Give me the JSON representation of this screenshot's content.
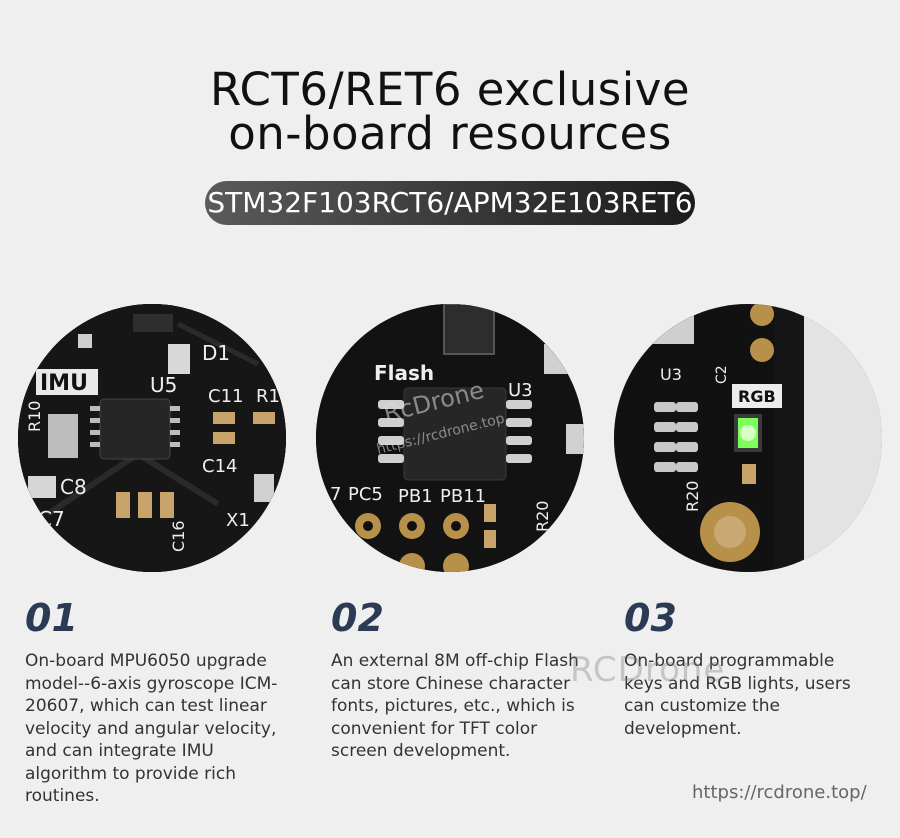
{
  "header": {
    "title_line1": "RCT6/RET6 exclusive",
    "title_line2": "on-board resources",
    "subtitle": "STM32F103RCT6/APM32E103RET6"
  },
  "features": [
    {
      "number": "01",
      "description": "On-board MPU6050 upgrade model--6-axis gyroscope ICM-20607, which can test linear velocity and angular velocity, and can integrate IMU algorithm to provide rich routines.",
      "board_labels": [
        "IMU",
        "U5",
        "D1",
        "C11",
        "R1",
        "C14",
        "R10",
        "C8",
        "C7",
        "X1",
        "C16"
      ]
    },
    {
      "number": "02",
      "description": "An external 8M off-chip Flash can store Chinese character fonts, pictures, etc., which is convenient for TFT color screen development.",
      "board_labels": [
        "Flash",
        "U3",
        "PC5",
        "PB1",
        "PB11",
        "R20",
        "7"
      ]
    },
    {
      "number": "03",
      "description": "On-board programmable keys and RGB lights, users can customize the development.",
      "board_labels": [
        "RGB",
        "U3",
        "C2",
        "R20"
      ]
    }
  ],
  "watermark": "RCDrone",
  "chip_watermark": "RcDrone",
  "chip_watermark_url": "https://rcdrone.top",
  "footer_url": "https://rcdrone.top/",
  "colors": {
    "background": "#efefef",
    "number": "#2b3a55",
    "pill_start": "#5a5a5a",
    "pill_end": "#1c1c1c",
    "rgb_led": "#7dff5a"
  }
}
